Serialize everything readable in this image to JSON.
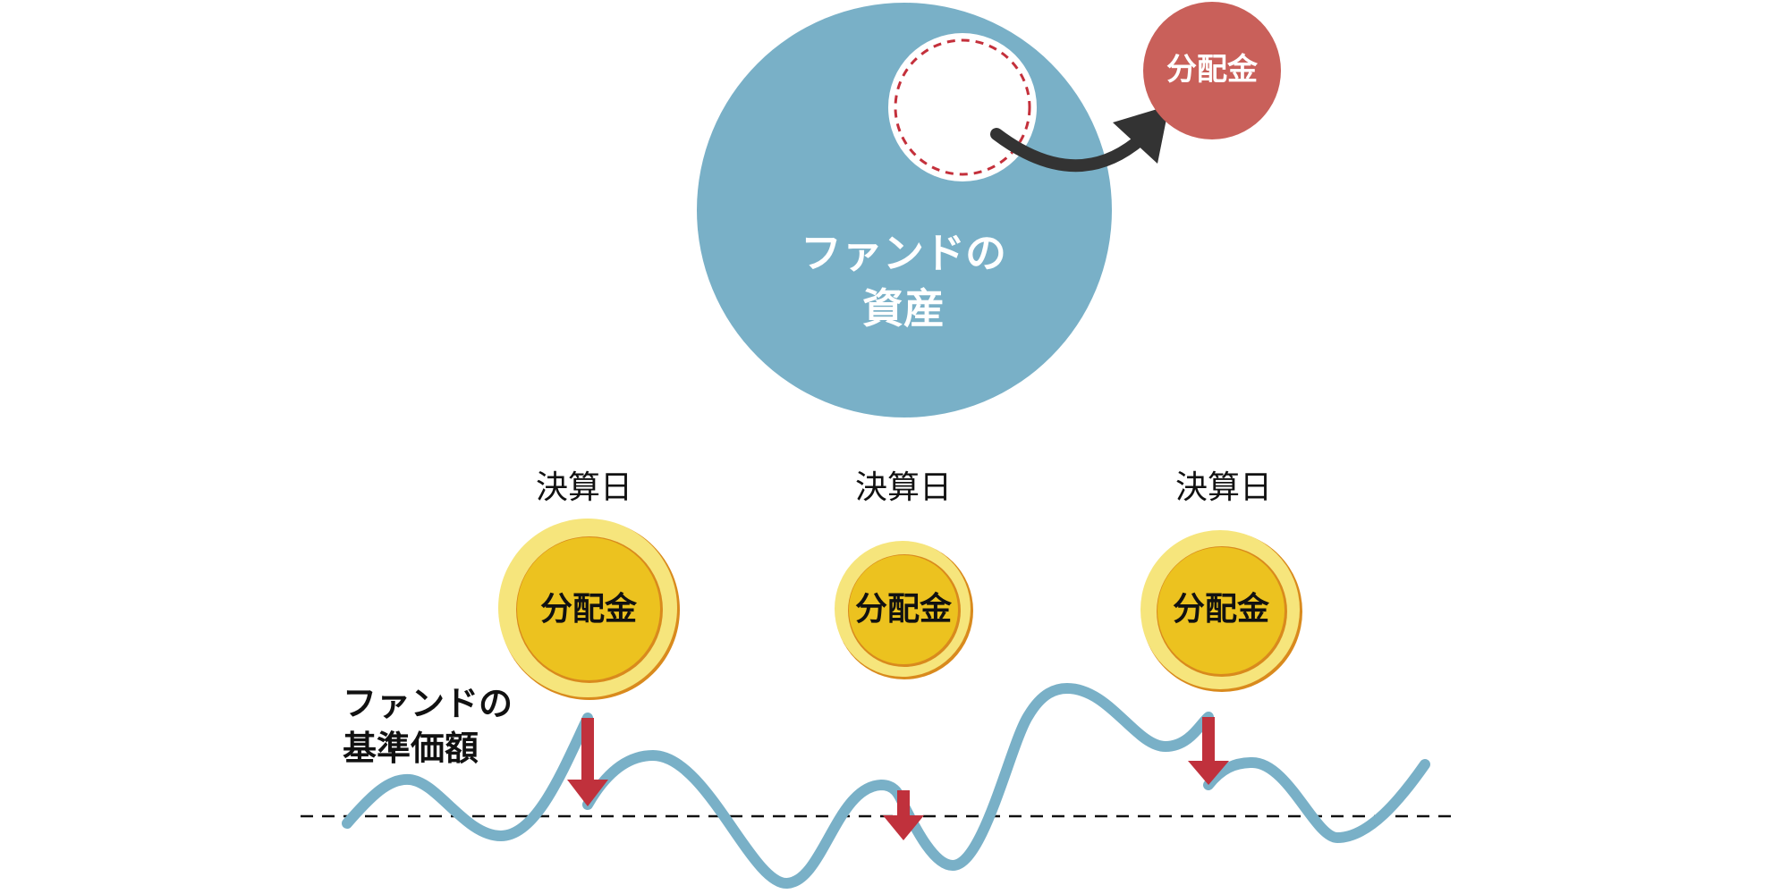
{
  "colors": {
    "fund_asset_circle": "#79b0c7",
    "distribution_circle": "#c9605a",
    "dashed_circle_border": "#c4303b",
    "arrow": "#333333",
    "coin_outer": "#f6e57c",
    "coin_inner": "#ecc21f",
    "coin_rim": "#d98a1d",
    "nav_line": "#79b0c7",
    "drop_arrow": "#c0313c",
    "baseline": "#111111"
  },
  "top": {
    "asset_label_line1": "ファンドの",
    "asset_label_line2": "資産",
    "distribution_label": "分配金"
  },
  "bottom": {
    "nav_label_line1": "ファンドの",
    "nav_label_line2": "基準価額",
    "settlements": [
      {
        "day_label": "決算日",
        "coin_label": "分配金"
      },
      {
        "day_label": "決算日",
        "coin_label": "分配金"
      },
      {
        "day_label": "決算日",
        "coin_label": "分配金"
      }
    ]
  }
}
